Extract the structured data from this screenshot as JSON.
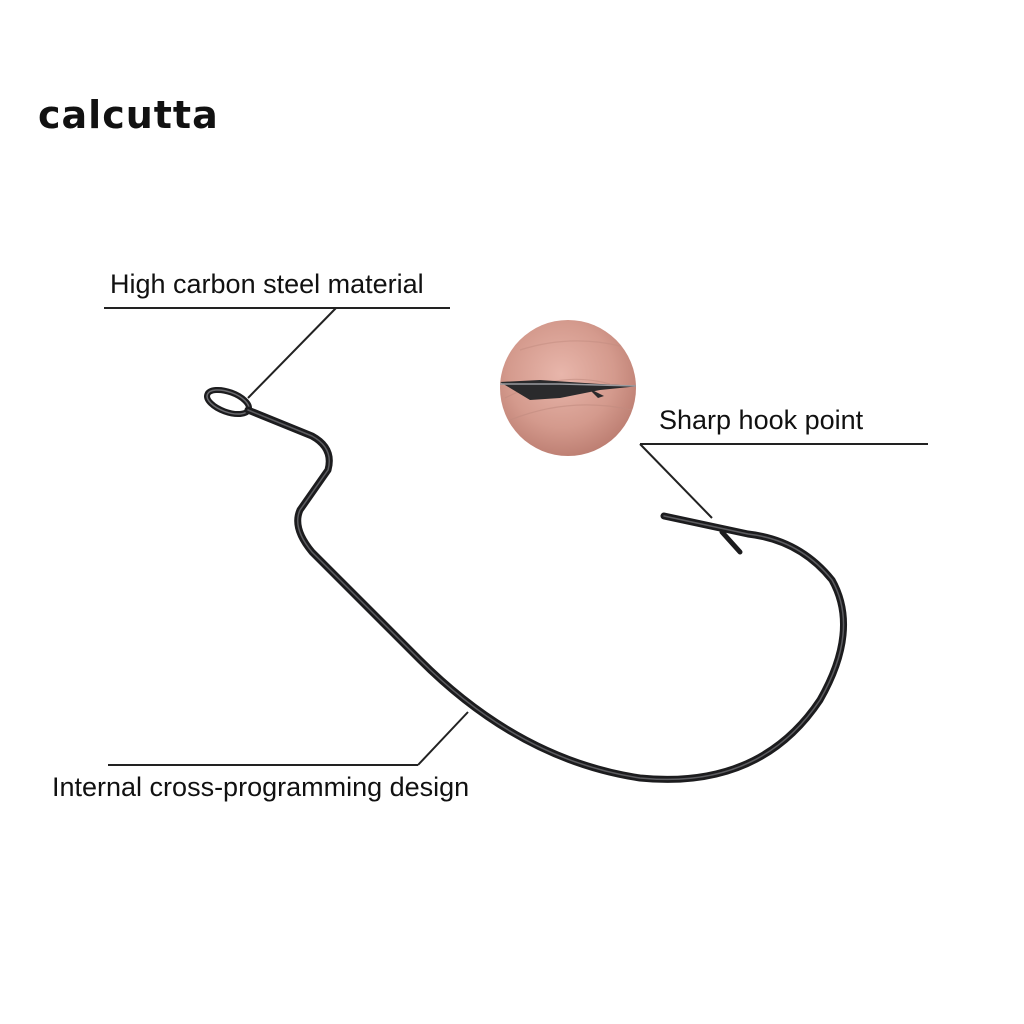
{
  "brand": {
    "name": "calcutta"
  },
  "callouts": {
    "material": "High carbon steel material",
    "point": "Sharp hook point",
    "design": "Internal cross-programming design"
  },
  "illustration": {
    "subject": "fishing-hook-icon",
    "hook_color": "#1c1c1e",
    "inset_skin_color": "#d9a59a",
    "leader_line_color": "#222222"
  }
}
